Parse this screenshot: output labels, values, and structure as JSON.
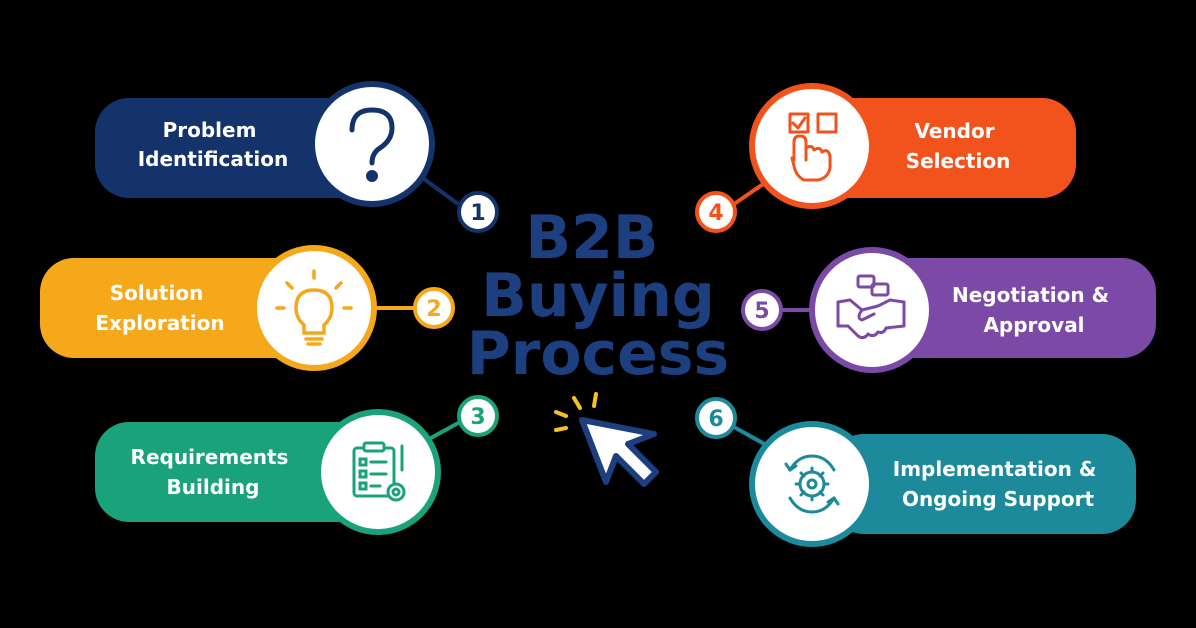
{
  "title": {
    "lines": [
      "B2B",
      "Buying",
      "Process"
    ],
    "color": "#1d3f80"
  },
  "steps": [
    {
      "number": "1",
      "label_lines": [
        "Problem",
        "Identification"
      ],
      "color": "#15336b",
      "icon": "question-mark-icon"
    },
    {
      "number": "2",
      "label_lines": [
        "Solution",
        "Exploration"
      ],
      "color": "#f6a81b",
      "icon": "lightbulb-icon"
    },
    {
      "number": "3",
      "label_lines": [
        "Requirements",
        "Building"
      ],
      "color": "#1aa37a",
      "icon": "checklist-gear-icon"
    },
    {
      "number": "4",
      "label_lines": [
        "Vendor",
        "Selection"
      ],
      "color": "#f2531d",
      "icon": "hand-checkbox-icon"
    },
    {
      "number": "5",
      "label_lines": [
        "Negotiation &",
        "Approval"
      ],
      "color": "#7b4aa6",
      "icon": "handshake-icon"
    },
    {
      "number": "6",
      "label_lines": [
        "Implementation &",
        "Ongoing Support"
      ],
      "color": "#1d8a9c",
      "icon": "gear-cycle-icon"
    }
  ],
  "cursor": {
    "icon": "cursor-click-icon",
    "spark_color": "#f6c21b",
    "arrow_color": "#1d3f80"
  }
}
